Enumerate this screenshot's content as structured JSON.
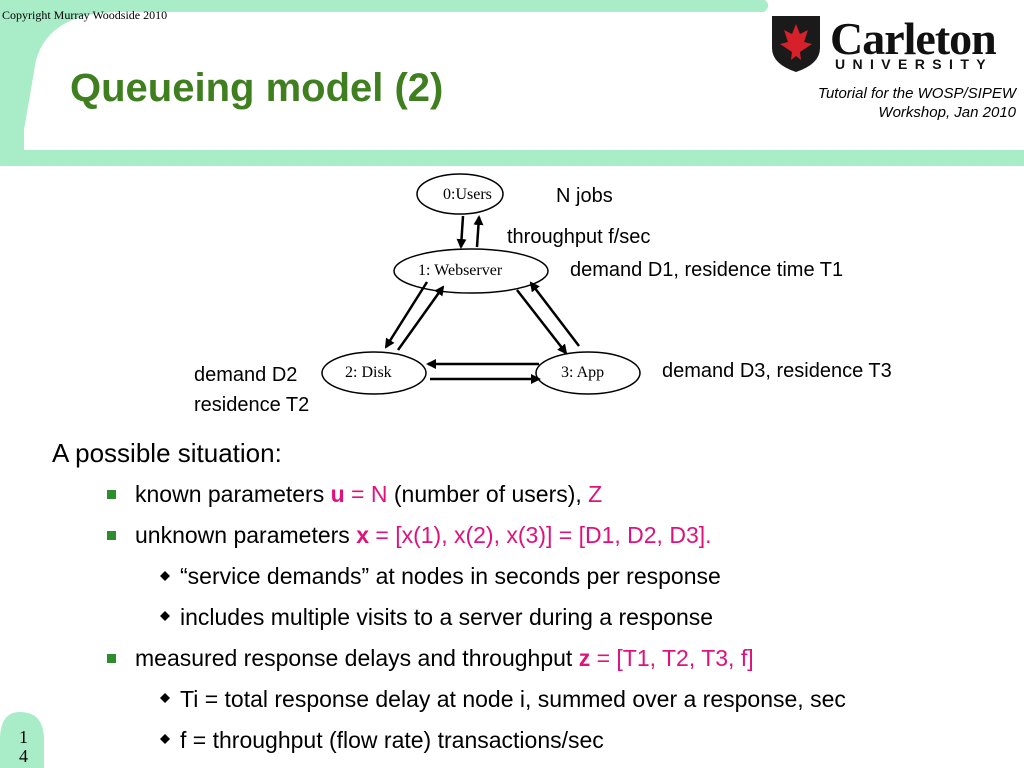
{
  "copyright": "Copyright Murray Woodside 2010",
  "title": "Queueing model (2)",
  "logo": {
    "name": "Carleton",
    "sub": "UNIVERSITY"
  },
  "tutorial": {
    "line1": "Tutorial for the WOSP/SIPEW",
    "line2": "Workshop, Jan 2010"
  },
  "diagram": {
    "nodes": {
      "users": "0:Users",
      "web": "1: Webserver",
      "disk": "2: Disk",
      "app": "3: App"
    },
    "labels": {
      "njobs": "N jobs",
      "throughput": "throughput f/sec",
      "d1": "demand D1, residence time T1",
      "d2a": "demand D2",
      "d2b": "residence T2",
      "d3": "demand D3, residence T3"
    }
  },
  "content": {
    "heading": "A possible situation:",
    "b1": {
      "pre": "known parameters ",
      "var": "u",
      "eq": " = N",
      "mid": " (number of users), ",
      "post": "Z"
    },
    "b2": {
      "pre": "unknown parameters ",
      "var": "x",
      "eq": " = [x(1), x(2), x(3)] = [D1, D2, D3]."
    },
    "s1": "“service demands” at nodes in seconds per response",
    "s2": "includes multiple visits to a server during a response",
    "b3": {
      "pre": "measured response delays and throughput  ",
      "var": "z",
      "eq": " =  [T1, T2, T3, f]"
    },
    "s3": "Ti = total response delay at node i, summed over a response, sec",
    "s4": "f = throughput (flow rate) transactions/sec"
  },
  "page": {
    "d1": "1",
    "d2": "4"
  },
  "colors": {
    "accent_green": "#a8ecc8",
    "title_green": "#3f7f1f",
    "bullet_green": "#2e8b2e",
    "highlight": "#e0117a"
  }
}
